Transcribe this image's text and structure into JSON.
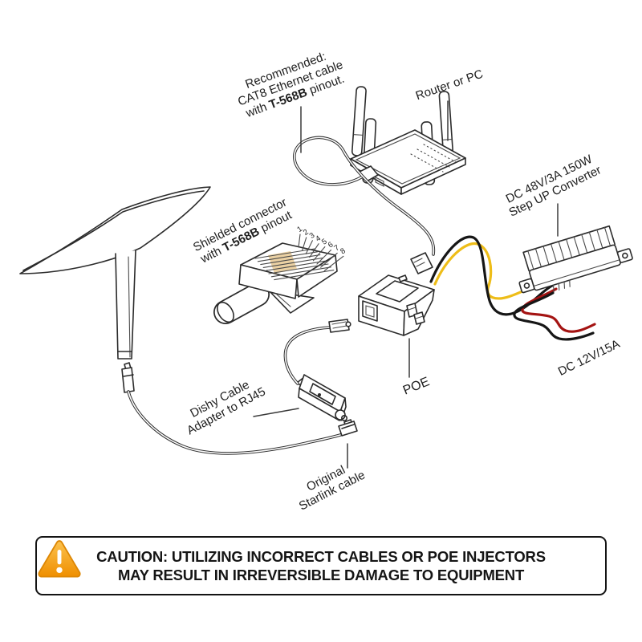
{
  "diagram": {
    "labels": {
      "recommended_cable": {
        "line1": "Recommended:",
        "line2": "CAT8 Ethernet cable",
        "line3_pre": "with ",
        "line3_bold": "T-568B",
        "line3_post": " pinout."
      },
      "router": {
        "text": "Router or PC"
      },
      "shielded_connector": {
        "line1": "Shielded connector",
        "line2_pre": "with ",
        "line2_bold": "T-568B",
        "line2_post": " pinout"
      },
      "step_up_converter": {
        "line1": "DC 48V/3A 150W",
        "line2": "Step UP Converter"
      },
      "dc_output": {
        "text": "DC 12V/15A"
      },
      "poe": {
        "text": "POE"
      },
      "dishy_adapter": {
        "line1": "Dishy Cable",
        "line2": "Adapter to RJ45"
      },
      "original_cable": {
        "line1": "Original",
        "line2": "Starlink cable"
      }
    },
    "pin_numbers": [
      "1",
      "2",
      "3",
      "4",
      "5",
      "6",
      "7",
      "8"
    ]
  },
  "caution_banner": {
    "line1": "CAUTION: UTILIZING INCORRECT CABLES OR POE INJECTORS",
    "line2": "MAY RESULT IN IRREVERSIBLE DAMAGE TO EQUIPMENT"
  },
  "colors": {
    "wire_yellow": "#eebd18",
    "wire_red": "#a41312",
    "wire_black": "#161616",
    "warning_gradient_top": "#fcc24e",
    "warning_gradient_bottom": "#ef8f00",
    "warning_border": "#dd8704",
    "line_art": "#2b2b2b"
  }
}
